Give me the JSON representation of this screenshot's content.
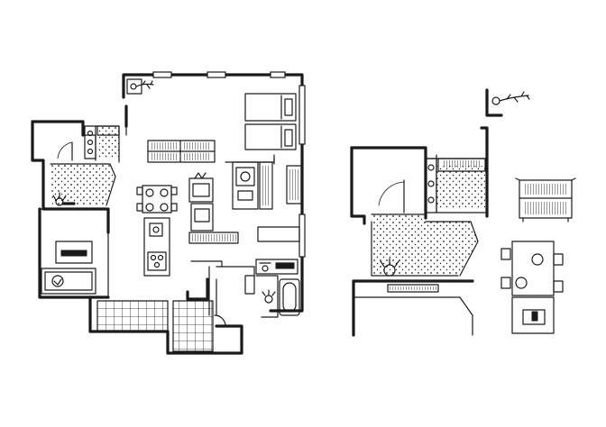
{
  "drawing": {
    "ink_color": "#1a1a1a",
    "paper_color": "#ffffff",
    "views": [
      {
        "id": "main-floor-plan"
      },
      {
        "id": "entrance-detail"
      },
      {
        "id": "furniture-detail"
      }
    ],
    "icons": [
      "plant-icon",
      "shoe-shelf-icon",
      "sofa-icon",
      "stove-icon",
      "sink-icon",
      "toilet-icon",
      "bathtub-icon",
      "bed-icon",
      "dining-set-icon"
    ]
  }
}
